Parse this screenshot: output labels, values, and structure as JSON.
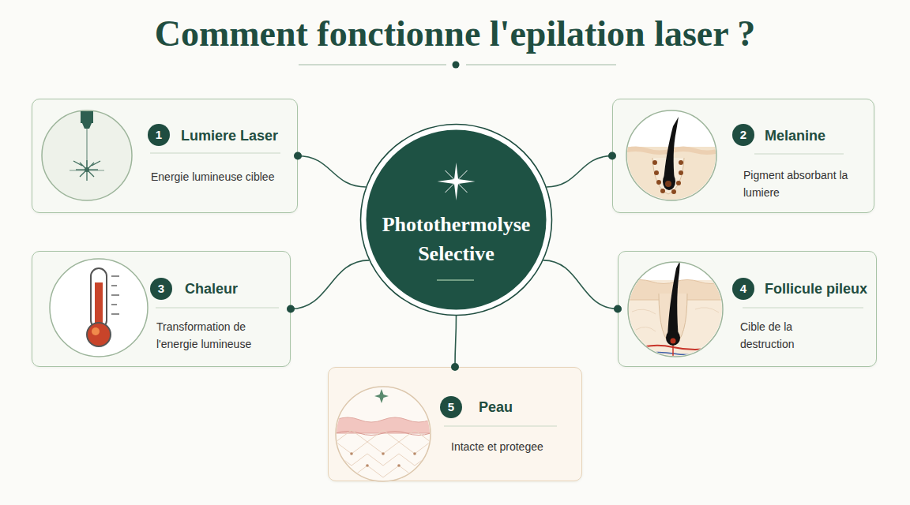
{
  "diagram": {
    "title": "Comment fonctionne l'epilation laser ?",
    "nodes": [
      {
        "text": [
          "Lumiere Laser",
          "Energie lumineuse ciblee"
        ]
      },
      {
        "text": [
          "1"
        ],
        "in": 0
      },
      {
        "text": [
          "Melanine",
          "Pigment absorbant la lumiere"
        ]
      },
      {
        "text": [
          "2"
        ],
        "in": 2
      },
      {
        "text": [
          "Photothermolyse Selective"
        ]
      },
      {
        "text": [
          "Chaleur",
          "Transformation de l'energie lumineuse"
        ]
      },
      {
        "text": [
          "3"
        ],
        "in": 5
      },
      {
        "text": [
          "Follicule pileux",
          "Cible de la destruction"
        ]
      },
      {
        "text": [
          "4"
        ],
        "in": 7
      },
      {
        "text": [
          "Peau",
          "Intacte et protegee"
        ]
      },
      {
        "text": [
          "5"
        ],
        "in": 9
      }
    ],
    "edges": [
      {
        "from": 4,
        "to": 0,
        "arrow": "none"
      },
      {
        "from": 4,
        "to": 2,
        "arrow": "none"
      },
      {
        "from": 4,
        "to": 5,
        "arrow": "none"
      },
      {
        "from": 4,
        "to": 7,
        "arrow": "none"
      },
      {
        "from": 4,
        "to": 9,
        "arrow": "none"
      }
    ]
  }
}
